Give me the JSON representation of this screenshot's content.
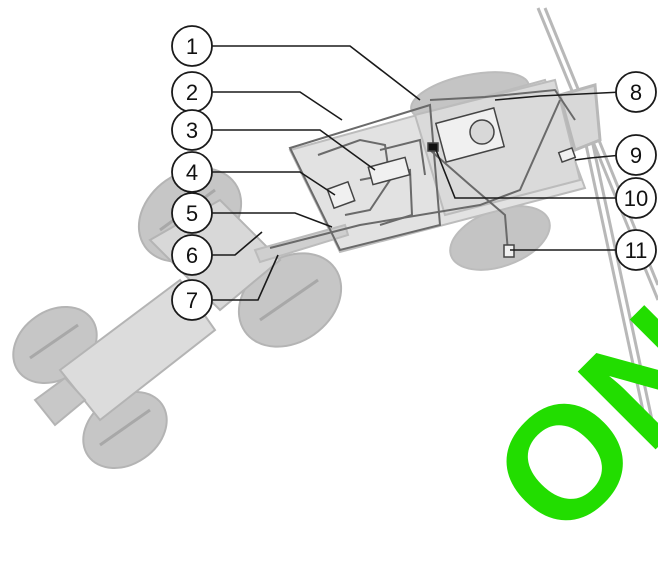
{
  "diagram": {
    "callouts": [
      {
        "id": "1",
        "label": "1"
      },
      {
        "id": "2",
        "label": "2"
      },
      {
        "id": "3",
        "label": "3"
      },
      {
        "id": "4",
        "label": "4"
      },
      {
        "id": "5",
        "label": "5"
      },
      {
        "id": "6",
        "label": "6"
      },
      {
        "id": "7",
        "label": "7"
      },
      {
        "id": "8",
        "label": "8"
      },
      {
        "id": "9",
        "label": "9"
      },
      {
        "id": "10",
        "label": "10"
      },
      {
        "id": "11",
        "label": "11"
      }
    ],
    "watermark": "ONLY",
    "colors": {
      "machine_fill": "#d2d2d2",
      "machine_dark": "#a8a8a8",
      "line": "#1a1a1a",
      "watermark": "#22dd00",
      "harness": "#6a6a6a"
    }
  }
}
